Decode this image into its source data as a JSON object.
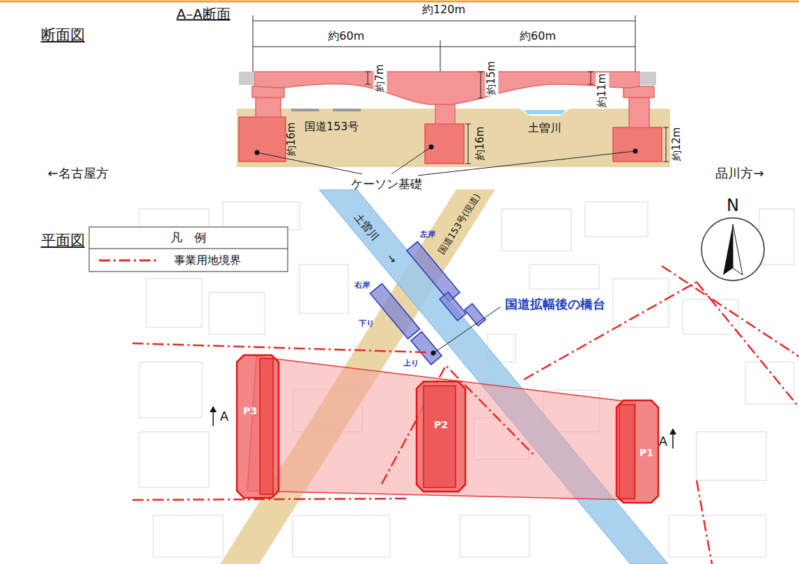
{
  "diagram": {
    "nodes": [
      {
        "text": [
          "P3"
        ]
      },
      {
        "text": [
          "P2"
        ]
      },
      {
        "text": [
          "P1"
        ]
      }
    ],
    "labels": [
      "断面図",
      "A–A断面",
      "約120m",
      "約60m",
      "約60m",
      "約7m",
      "約15m",
      "約11m",
      "約16m",
      "国道153号",
      "約16m",
      "土曽川",
      "約12m",
      "←名古屋方",
      "ケーソン基礎",
      "品川方→",
      "平面図",
      "凡　例",
      "土曽川",
      "→",
      "国道153号(現道)",
      "左岸",
      "右岸",
      "下り",
      "上り",
      "国道拡幅後の橋台",
      "N",
      "A",
      "A"
    ],
    "legend": [
      {
        "text": "事業用地境界"
      }
    ]
  }
}
